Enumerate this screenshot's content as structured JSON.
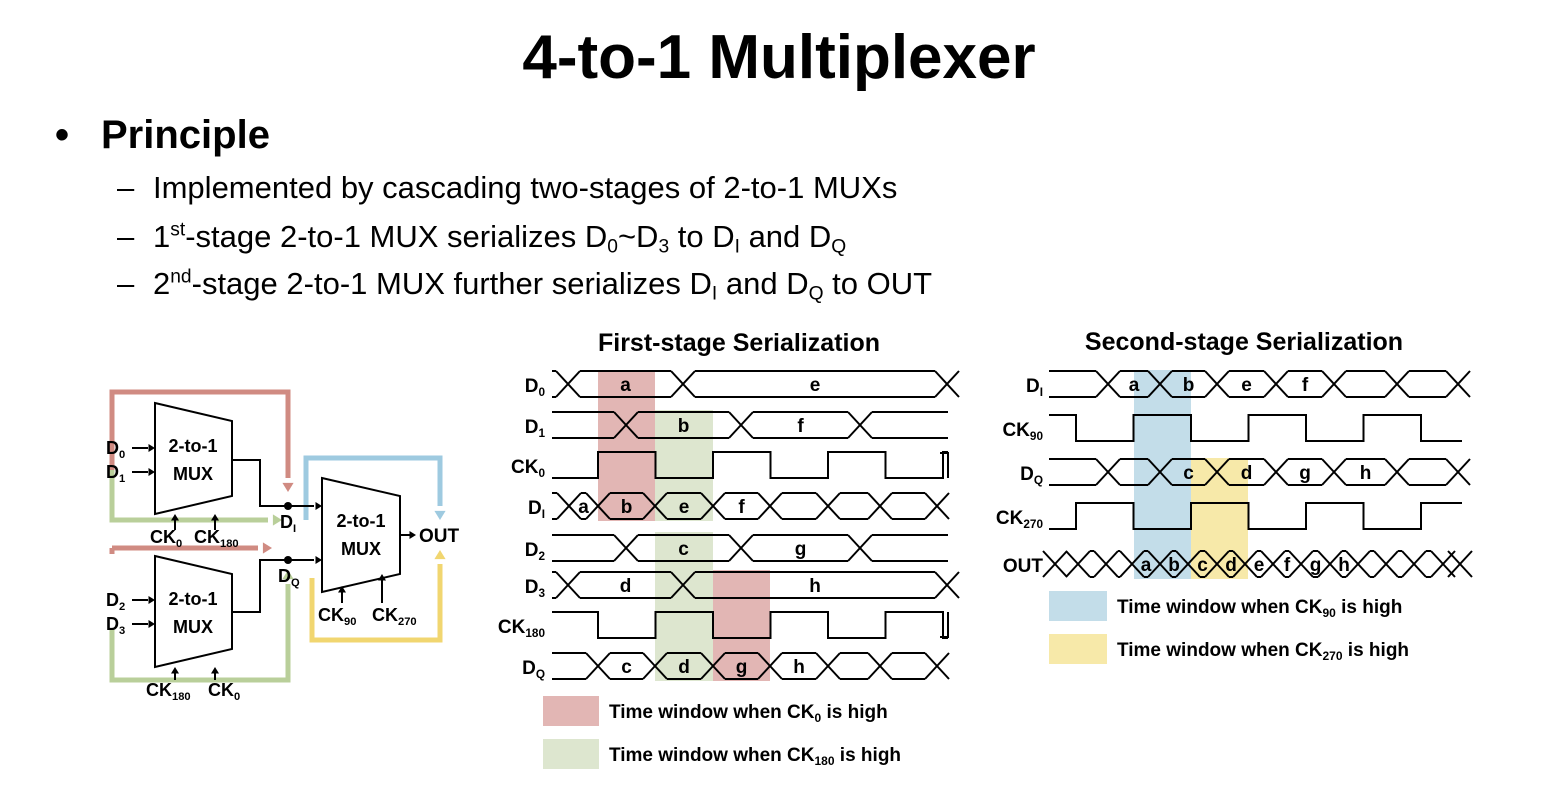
{
  "slide": {
    "title": "4-to-1 Multiplexer",
    "bullet_marker": "•",
    "bullet": "Principle",
    "dash": "–",
    "sub1": "Implemented by cascading two-stages of 2-to-1 MUXs",
    "sub2": {
      "n": "1",
      "sup": "st",
      "a": "-stage 2-to-1 MUX serializes D",
      "s0": "0",
      "b": "~D",
      "s1": "3",
      "c": " to D",
      "s2": "I",
      "d": " and D",
      "s3": "Q"
    },
    "sub3": {
      "n": "2",
      "sup": "nd",
      "a": "-stage 2-to-1 MUX further serializes D",
      "s0": "I",
      "b": " and D",
      "s1": "Q",
      "c": " to OUT"
    }
  },
  "block": {
    "mux_line1": "2-to-1",
    "mux_line2": "MUX",
    "out": "OUT",
    "D": "D",
    "CK": "CK",
    "sub_0": "0",
    "sub_1": "1",
    "sub_2": "2",
    "sub_3": "3",
    "sub_I": "I",
    "sub_Q": "Q",
    "sub_90": "90",
    "sub_180": "180",
    "sub_270": "270"
  },
  "timing1": {
    "title": "First-stage Serialization",
    "labels": [
      {
        "m": "D",
        "s": "0"
      },
      {
        "m": "D",
        "s": "1"
      },
      {
        "m": "CK",
        "s": "0"
      },
      {
        "m": "D",
        "s": "I"
      },
      {
        "m": "D",
        "s": "2"
      },
      {
        "m": "D",
        "s": "3"
      },
      {
        "m": "CK",
        "s": "180"
      },
      {
        "m": "D",
        "s": "Q"
      }
    ],
    "rows": [
      {
        "type": "bus",
        "cross": [
          568,
          683,
          947
        ],
        "data": [
          {
            "c": 1,
            "t": "a"
          },
          {
            "c": 2,
            "t": "e"
          }
        ]
      },
      {
        "type": "bus",
        "cross": [
          626,
          741,
          860
        ],
        "data": [
          {
            "c": 1,
            "t": "b"
          },
          {
            "c": 2,
            "t": "f"
          }
        ]
      },
      {
        "type": "clk",
        "lead": 598,
        "period": 115,
        "end": 948
      },
      {
        "type": "bus",
        "cross": [
          569,
          598,
          655,
          713,
          770,
          828,
          880,
          937
        ],
        "data": [
          {
            "c": 1,
            "t": "a"
          },
          {
            "c": 2,
            "t": "b"
          },
          {
            "c": 3,
            "t": "e"
          },
          {
            "c": 4,
            "t": "f"
          }
        ]
      },
      {
        "type": "bus",
        "cross": [
          626,
          741,
          860
        ],
        "data": [
          {
            "c": 1,
            "t": "c"
          },
          {
            "c": 2,
            "t": "g"
          }
        ]
      },
      {
        "type": "bus",
        "cross": [
          568,
          683,
          947
        ],
        "data": [
          {
            "c": 1,
            "t": "d"
          },
          {
            "c": 2,
            "t": "h"
          }
        ]
      },
      {
        "type": "clk",
        "lead": 598,
        "period": 115,
        "end": 948,
        "inv": true
      },
      {
        "type": "bus",
        "cross": [
          598,
          655,
          713,
          770,
          828,
          880,
          937
        ],
        "data": [
          {
            "c": 1,
            "t": "c"
          },
          {
            "c": 2,
            "t": "d"
          },
          {
            "c": 3,
            "t": "g"
          },
          {
            "c": 4,
            "t": "h"
          }
        ]
      }
    ],
    "legend": [
      {
        "color": "#E2B6B4",
        "text": "Time window when CK",
        "s": "0",
        "t2": " is high"
      },
      {
        "color": "#DDE6CF",
        "text": "Time window when CK",
        "s": "180",
        "t2": " is high"
      }
    ]
  },
  "timing2": {
    "title": "Second-stage Serialization",
    "labels": [
      {
        "m": "D",
        "s": "I"
      },
      {
        "m": "CK",
        "s": "90"
      },
      {
        "m": "D",
        "s": "Q"
      },
      {
        "m": "CK",
        "s": "270"
      },
      {
        "m": "OUT",
        "s": ""
      }
    ],
    "rows": [
      {
        "type": "bus",
        "cross": [
          1108,
          1160,
          1217,
          1276,
          1334,
          1397,
          1458
        ],
        "data": [
          {
            "c": 1,
            "t": "a"
          },
          {
            "c": 2,
            "t": "b"
          },
          {
            "c": 3,
            "t": "e"
          },
          {
            "c": 4,
            "t": "f"
          }
        ]
      },
      {
        "type": "clk",
        "lead": 1076,
        "period": 115,
        "end": 1462,
        "start_high": true
      },
      {
        "type": "bus",
        "cross": [
          1108,
          1160,
          1217,
          1276,
          1334,
          1397,
          1458
        ],
        "data": [
          {
            "c": 2,
            "t": "c"
          },
          {
            "c": 3,
            "t": "d"
          },
          {
            "c": 4,
            "t": "g"
          },
          {
            "c": 5,
            "t": "h"
          }
        ]
      },
      {
        "type": "clk",
        "lead": 1076,
        "period": 115,
        "end": 1462,
        "start_high": false
      },
      {
        "type": "bus",
        "cross": [
          1055,
          1078,
          1106,
          1132,
          1160,
          1188,
          1217,
          1245,
          1273,
          1301,
          1330,
          1358,
          1386,
          1414,
          1443,
          1460
        ],
        "data": [
          {
            "c": 4,
            "t": "a"
          },
          {
            "c": 5,
            "t": "b"
          },
          {
            "c": 6,
            "t": "c"
          },
          {
            "c": 7,
            "t": "d"
          },
          {
            "c": 8,
            "t": "e"
          },
          {
            "c": 9,
            "t": "f"
          },
          {
            "c": 10,
            "t": "g"
          },
          {
            "c": 11,
            "t": "h"
          }
        ]
      }
    ],
    "legend": [
      {
        "color": "#C3DDE9",
        "text": "Time window when CK",
        "s": "90",
        "t2": " is high"
      },
      {
        "color": "#F7E9A9",
        "text": "Time window when CK",
        "s": "270",
        "t2": " is high"
      }
    ]
  },
  "colors": {
    "red": "#D08B82",
    "green": "#B9CF9A",
    "blue": "#9ECAE0",
    "yellow": "#F1D670",
    "red_fill": "#E2B6B4",
    "green_fill": "#DDE6CF",
    "blue_fill": "#C3DDE9",
    "yellow_fill": "#F7E9A9"
  }
}
